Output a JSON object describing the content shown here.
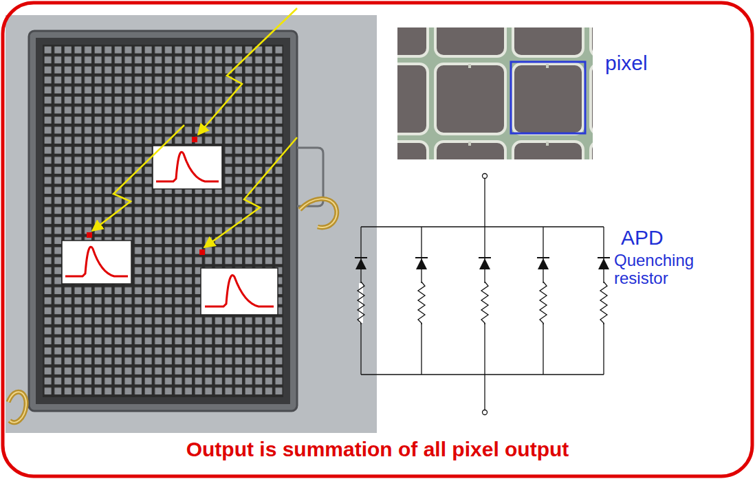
{
  "diagram": {
    "caption": "Output is summation of all pixel output",
    "labels": [
      "pixel",
      "APD",
      "Quenching resistor"
    ]
  }
}
